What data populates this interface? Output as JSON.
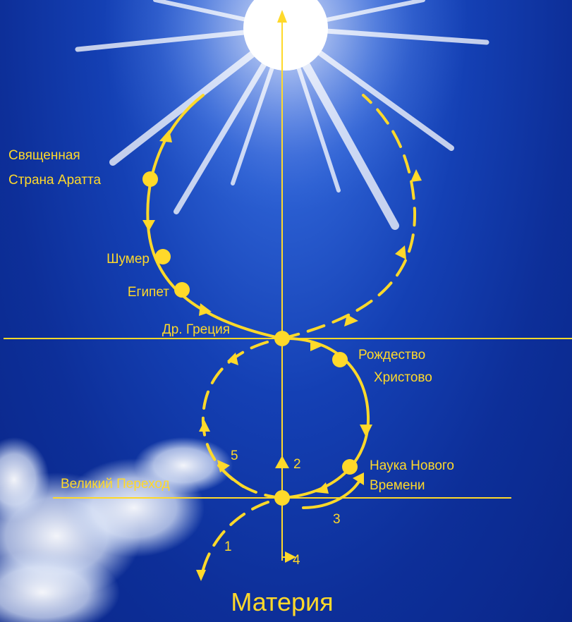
{
  "labels": {
    "aratta_1": "Священная",
    "aratta_2": "Страна Аратта",
    "shumer": "Шумер",
    "egipet": "Египет",
    "greece": "Др. Греция",
    "christmas_1": "Рождество",
    "christmas_2": "Христово",
    "science_1": "Наука Нового",
    "science_2": "Времени",
    "transition": "Великий Переход",
    "matter": "Материя"
  },
  "numbers": {
    "n1": "1",
    "n2": "2",
    "n3": "3",
    "n4": "4",
    "n5": "5"
  },
  "colors": {
    "accent": "#ffd92a",
    "sky": "#1440b4"
  }
}
